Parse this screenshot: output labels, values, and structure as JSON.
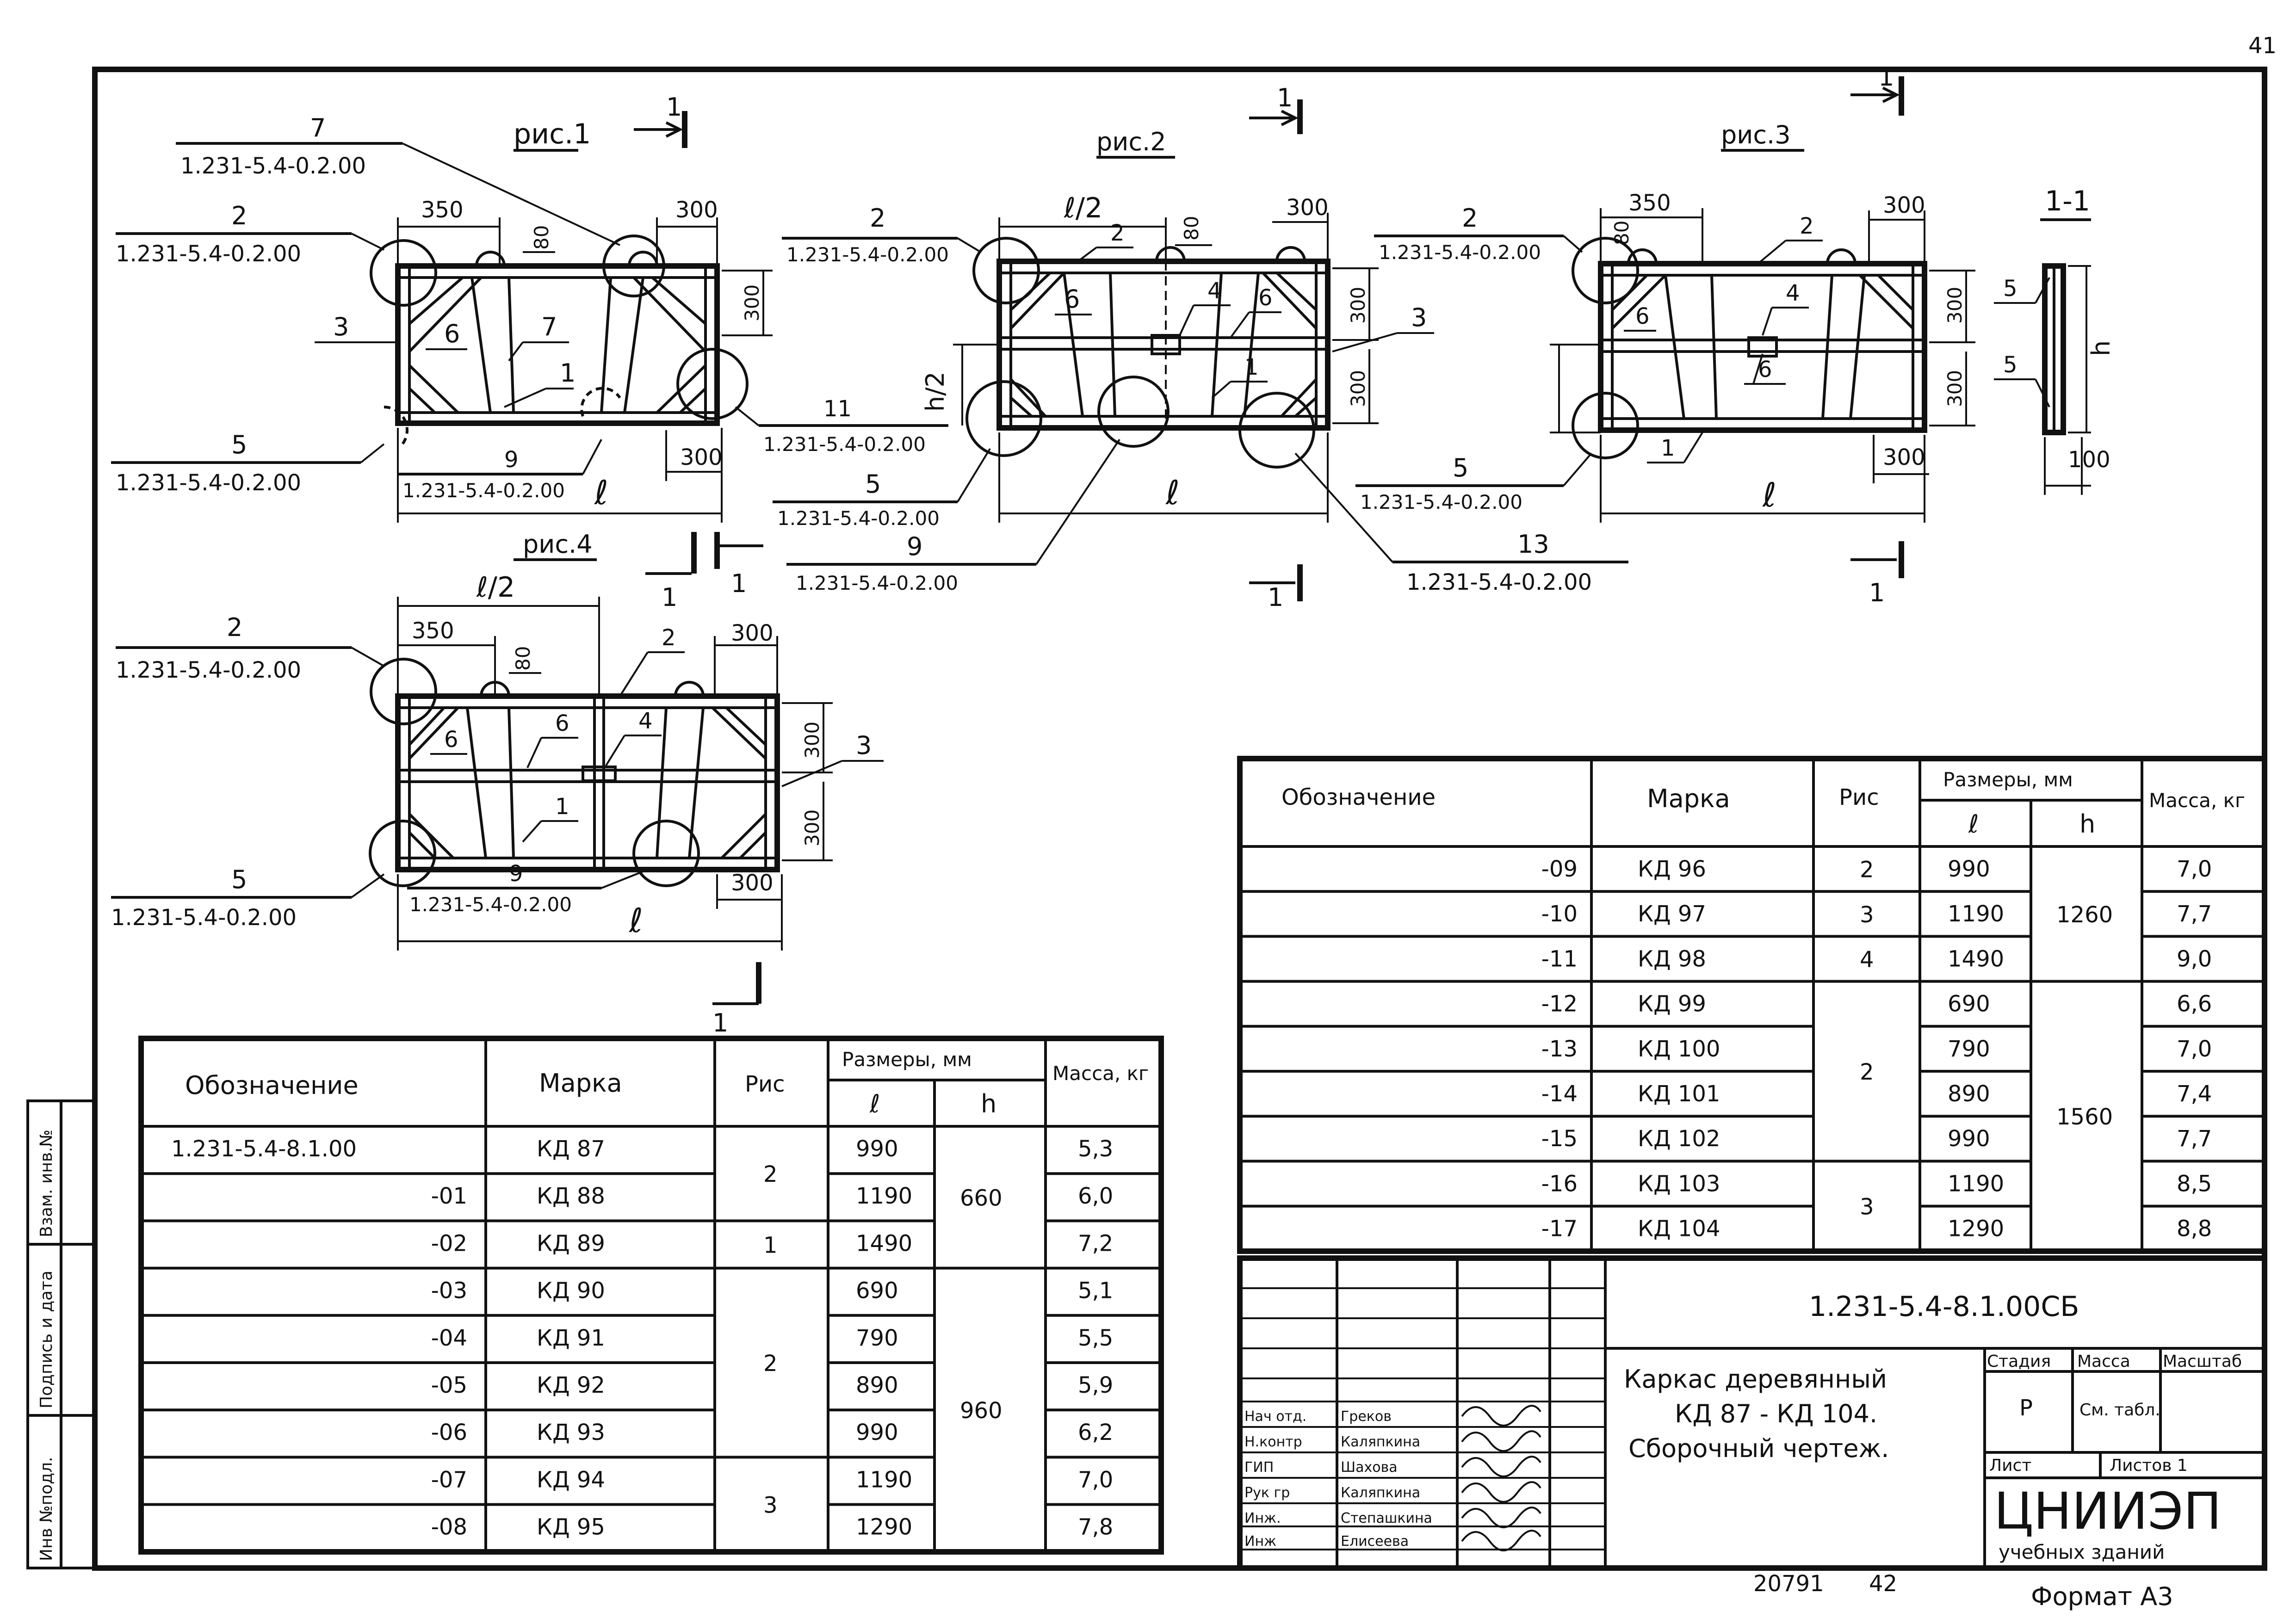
{
  "page_number": "41",
  "figures": {
    "fig1": {
      "title": "рис.1",
      "section_mark": "1",
      "dims": {
        "d350": "350",
        "d80": "80",
        "d300_top": "300",
        "d300_right": "300",
        "d300_bottom": "300",
        "l": "ℓ"
      },
      "parts": {
        "p2": "2",
        "p3": "3",
        "p6": "6",
        "p7": "7",
        "p1": "1"
      },
      "callouts": {
        "c7": {
          "num": "7",
          "ref": "1.231-5.4-0.2.00"
        },
        "c2": {
          "num": "2",
          "ref": "1.231-5.4-0.2.00"
        },
        "c5": {
          "num": "5",
          "ref": "1.231-5.4-0.2.00"
        },
        "c9": {
          "num": "9",
          "ref": "1.231-5.4-0.2.00"
        },
        "c11": {
          "num": "11",
          "ref": "1.231-5.4-0.2.00"
        }
      }
    },
    "fig2": {
      "title": "рис.2",
      "section_mark": "1",
      "dims": {
        "lhalf": "ℓ/2",
        "d80": "80",
        "d300_top": "300",
        "d300_right1": "300",
        "d300_right2": "300",
        "hhalf": "h/2",
        "l": "ℓ"
      },
      "parts": {
        "p2": "2",
        "p6a": "6",
        "p4": "4",
        "p6b": "6",
        "p3": "3",
        "p1": "1"
      },
      "callouts": {
        "c2": {
          "num": "2",
          "ref": "1.231-5.4-0.2.00"
        },
        "c5": {
          "num": "5",
          "ref": "1.231-5.4-0.2.00"
        },
        "c9": {
          "num": "9",
          "ref": "1.231-5.4-0.2.00"
        },
        "c13": {
          "num": "13",
          "ref": "1.231-5.4-0.2.00"
        }
      }
    },
    "fig3": {
      "title": "рис.3",
      "section_mark": "1",
      "dims": {
        "d350": "350",
        "d80": "80",
        "d300_top": "300",
        "d300_right1": "300",
        "d300_right2": "300",
        "d300_bottom": "300",
        "l": "ℓ"
      },
      "parts": {
        "p2": "2",
        "p6a": "6",
        "p4": "4",
        "p6b": "6",
        "p1": "1"
      },
      "callouts": {
        "c2": {
          "num": "2",
          "ref": "1.231-5.4-0.2.00"
        },
        "c5": {
          "num": "5",
          "ref": "1.231-5.4-0.2.00"
        }
      }
    },
    "fig4": {
      "title": "рис.4",
      "section_mark": "1",
      "dims": {
        "lhalf": "ℓ/2",
        "d350": "350",
        "d80": "80",
        "d300_top": "300",
        "d300_right1": "300",
        "d300_right2": "300",
        "d300_bottom": "300",
        "l": "ℓ"
      },
      "parts": {
        "p2": "2",
        "p6a": "6",
        "p6b": "6",
        "p4": "4",
        "p3": "3",
        "p1": "1"
      },
      "callouts": {
        "c2": {
          "num": "2",
          "ref": "1.231-5.4-0.2.00"
        },
        "c5": {
          "num": "5",
          "ref": "1.231-5.4-0.2.00"
        },
        "c9": {
          "num": "9",
          "ref": "1.231-5.4-0.2.00"
        }
      }
    },
    "section": {
      "title": "1-1",
      "parts": {
        "p5a": "5",
        "p5b": "5",
        "h": "h",
        "d100": "100"
      }
    }
  },
  "table_right": {
    "headers": {
      "designation": "Обозначение",
      "mark": "Марка",
      "fig": "Рис",
      "sizes": "Размеры, мм",
      "l": "ℓ",
      "h": "h",
      "mass": "Масса, кг"
    },
    "rows": [
      {
        "designation": "-09",
        "mark": "КД 96",
        "l": "990",
        "mass": "7,0"
      },
      {
        "designation": "-10",
        "mark": "КД 97",
        "l": "1190",
        "mass": "7,7"
      },
      {
        "designation": "-11",
        "mark": "КД 98",
        "l": "1490",
        "mass": "9,0"
      },
      {
        "designation": "-12",
        "mark": "КД 99",
        "l": "690",
        "mass": "6,6"
      },
      {
        "designation": "-13",
        "mark": "КД 100",
        "l": "790",
        "mass": "7,0"
      },
      {
        "designation": "-14",
        "mark": "КД 101",
        "l": "890",
        "mass": "7,4"
      },
      {
        "designation": "-15",
        "mark": "КД 102",
        "l": "990",
        "mass": "7,7"
      },
      {
        "designation": "-16",
        "mark": "КД 103",
        "l": "1190",
        "mass": "8,5"
      },
      {
        "designation": "-17",
        "mark": "КД 104",
        "l": "1290",
        "mass": "8,8"
      }
    ],
    "fig_groups": [
      "2",
      "3",
      "4",
      "2",
      "3"
    ],
    "h_groups": [
      "1260",
      "1560"
    ]
  },
  "table_left": {
    "headers": {
      "designation": "Обозначение",
      "mark": "Марка",
      "fig": "Рис",
      "sizes": "Размеры, мм",
      "l": "ℓ",
      "h": "h",
      "mass": "Масса, кг"
    },
    "rows": [
      {
        "designation": "1.231-5.4-8.1.00",
        "mark": "КД 87",
        "l": "990",
        "mass": "5,3"
      },
      {
        "designation": "-01",
        "mark": "КД 88",
        "l": "1190",
        "mass": "6,0"
      },
      {
        "designation": "-02",
        "mark": "КД 89",
        "l": "1490",
        "mass": "7,2"
      },
      {
        "designation": "-03",
        "mark": "КД 90",
        "l": "690",
        "mass": "5,1"
      },
      {
        "designation": "-04",
        "mark": "КД 91",
        "l": "790",
        "mass": "5,5"
      },
      {
        "designation": "-05",
        "mark": "КД 92",
        "l": "890",
        "mass": "5,9"
      },
      {
        "designation": "-06",
        "mark": "КД 93",
        "l": "990",
        "mass": "6,2"
      },
      {
        "designation": "-07",
        "mark": "КД 94",
        "l": "1190",
        "mass": "7,0"
      },
      {
        "designation": "-08",
        "mark": "КД 95",
        "l": "1290",
        "mass": "7,8"
      }
    ],
    "fig_groups": [
      "2",
      "1",
      "2",
      "3"
    ],
    "h_groups": [
      "660",
      "960"
    ]
  },
  "side_stamp": {
    "cells": [
      "Инв №подл.",
      "Подпись и дата",
      "Взам. инв.№"
    ]
  },
  "title_block": {
    "code": "1.231-5.4-8.1.00СБ",
    "name_lines": [
      "Каркас деревянный",
      "КД 87 - КД 104.",
      "Сборочный чертеж."
    ],
    "signatures": [
      {
        "role": "Нач отд.",
        "name": "Греков"
      },
      {
        "role": "Н.контр",
        "name": "Каляпкина"
      },
      {
        "role": "ГИП",
        "name": "Шахова"
      },
      {
        "role": "Рук гр",
        "name": "Каляпкина"
      },
      {
        "role": "Инж.",
        "name": "Степашкина"
      },
      {
        "role": "Инж",
        "name": "Елисеева"
      }
    ],
    "stage_label": "Стадия",
    "mass_label": "Масса",
    "scale_label": "Масштаб",
    "stage": "Р",
    "mass_value": "См. табл.",
    "sheet_label": "Лист",
    "sheets_label": "Листов 1",
    "org": "ЦНИИЭП",
    "org_sub": "учебных зданий"
  },
  "footer": {
    "archive_no": "20791",
    "page_no": "42",
    "format": "Формат А3"
  }
}
